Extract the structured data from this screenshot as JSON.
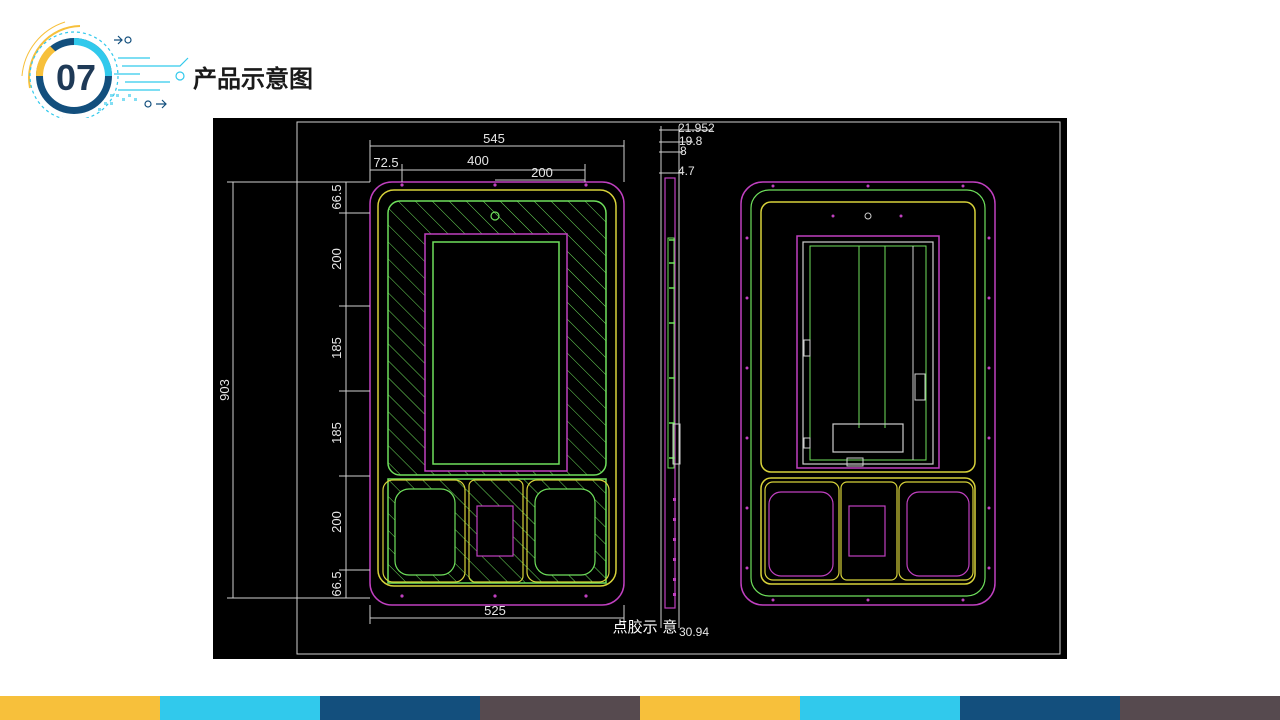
{
  "header": {
    "section_number": "07",
    "title": "产品示意图"
  },
  "drawing": {
    "dimensions": {
      "width_total": "545",
      "left_offset": "72.5",
      "mid_span": "400",
      "right_span": "200",
      "height_total": "903",
      "v_top": "66.5",
      "v_screen": "200",
      "v_mid1": "185",
      "v_mid2": "185",
      "v_lower": "200",
      "v_bottom": "66.5",
      "bottom_width": "525",
      "side_21": "21.952",
      "side_19": "19.8",
      "side_8": "8",
      "side_4": "4.7",
      "side_30": "30.94"
    },
    "caption": "点胶示 意"
  },
  "colors": {
    "navy": "#1f3a57",
    "footer": [
      "#f7c03b",
      "#31c9ec",
      "#134f7d",
      "#564a4f",
      "#f7c03b",
      "#31c9ec",
      "#134f7d",
      "#564a4f"
    ]
  }
}
